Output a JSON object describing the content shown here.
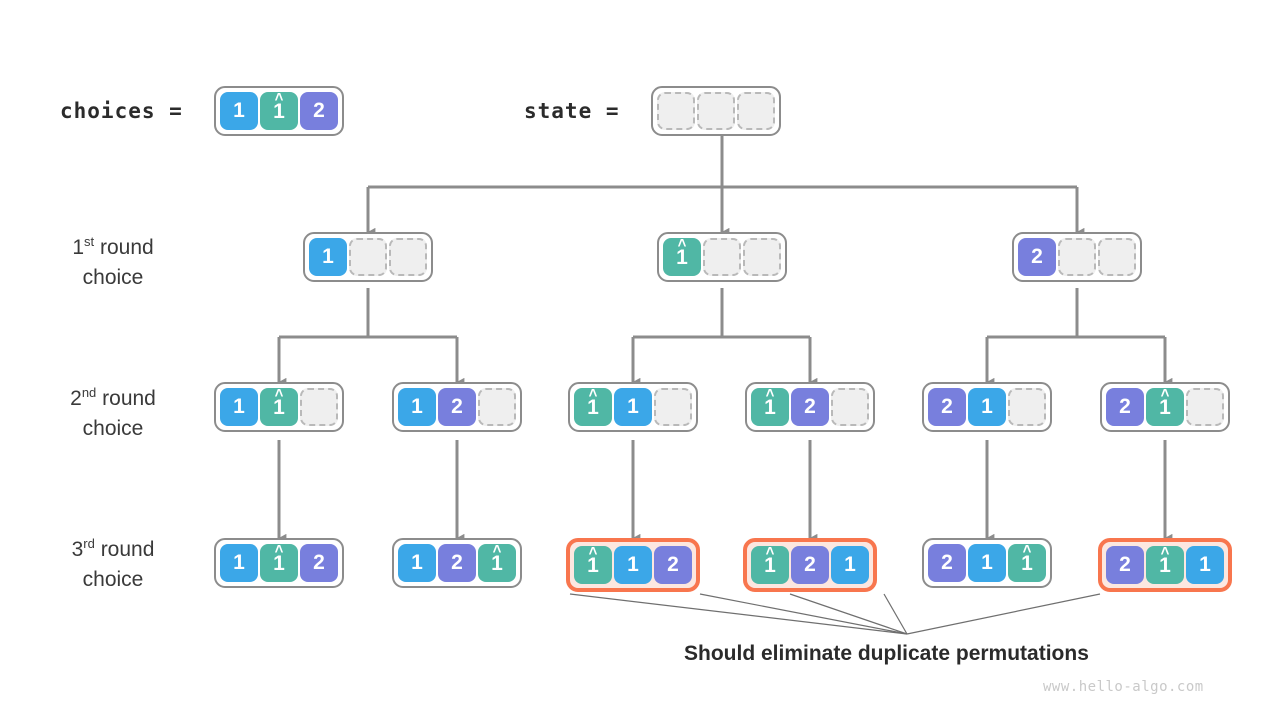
{
  "header": {
    "choices_label": "choices =",
    "state_label": "state =",
    "choices": [
      {
        "value": "1",
        "color": "blue",
        "hat": false
      },
      {
        "value": "1",
        "color": "green",
        "hat": true
      },
      {
        "value": "2",
        "color": "purple",
        "hat": false
      }
    ],
    "state": [
      "",
      "",
      ""
    ]
  },
  "colors": {
    "blue": "#3ba7e8",
    "green": "#50b7a5",
    "purple": "#787fdd",
    "empty_fill": "#efefef",
    "empty_border": "#b9b9b9",
    "box_border": "#8c8c8c",
    "highlight_border": "#f8764e",
    "highlight_fill": "#fce7e0",
    "edge": "#8c8c8c",
    "text": "#2b2b2b"
  },
  "rows": [
    {
      "label_main": "round",
      "label_ordinal": "1",
      "label_sup": "st",
      "label_sub": "choice",
      "nodes": [
        {
          "cells": [
            {
              "value": "1",
              "color": "blue",
              "hat": false
            },
            {
              "value": "",
              "color": "empty"
            },
            {
              "value": "",
              "color": "empty"
            }
          ],
          "highlight": false
        },
        {
          "cells": [
            {
              "value": "1",
              "color": "green",
              "hat": true
            },
            {
              "value": "",
              "color": "empty"
            },
            {
              "value": "",
              "color": "empty"
            }
          ],
          "highlight": false
        },
        {
          "cells": [
            {
              "value": "2",
              "color": "purple",
              "hat": false
            },
            {
              "value": "",
              "color": "empty"
            },
            {
              "value": "",
              "color": "empty"
            }
          ],
          "highlight": false
        }
      ]
    },
    {
      "label_main": "round",
      "label_ordinal": "2",
      "label_sup": "nd",
      "label_sub": "choice",
      "nodes": [
        {
          "cells": [
            {
              "value": "1",
              "color": "blue",
              "hat": false
            },
            {
              "value": "1",
              "color": "green",
              "hat": true
            },
            {
              "value": "",
              "color": "empty"
            }
          ],
          "highlight": false
        },
        {
          "cells": [
            {
              "value": "1",
              "color": "blue",
              "hat": false
            },
            {
              "value": "2",
              "color": "purple",
              "hat": false
            },
            {
              "value": "",
              "color": "empty"
            }
          ],
          "highlight": false
        },
        {
          "cells": [
            {
              "value": "1",
              "color": "green",
              "hat": true
            },
            {
              "value": "1",
              "color": "blue",
              "hat": false
            },
            {
              "value": "",
              "color": "empty"
            }
          ],
          "highlight": false
        },
        {
          "cells": [
            {
              "value": "1",
              "color": "green",
              "hat": true
            },
            {
              "value": "2",
              "color": "purple",
              "hat": false
            },
            {
              "value": "",
              "color": "empty"
            }
          ],
          "highlight": false
        },
        {
          "cells": [
            {
              "value": "2",
              "color": "purple",
              "hat": false
            },
            {
              "value": "1",
              "color": "blue",
              "hat": false
            },
            {
              "value": "",
              "color": "empty"
            }
          ],
          "highlight": false
        },
        {
          "cells": [
            {
              "value": "2",
              "color": "purple",
              "hat": false
            },
            {
              "value": "1",
              "color": "green",
              "hat": true
            },
            {
              "value": "",
              "color": "empty"
            }
          ],
          "highlight": false
        }
      ]
    },
    {
      "label_main": "round",
      "label_ordinal": "3",
      "label_sup": "rd",
      "label_sub": "choice",
      "nodes": [
        {
          "cells": [
            {
              "value": "1",
              "color": "blue",
              "hat": false
            },
            {
              "value": "1",
              "color": "green",
              "hat": true
            },
            {
              "value": "2",
              "color": "purple",
              "hat": false
            }
          ],
          "highlight": false
        },
        {
          "cells": [
            {
              "value": "1",
              "color": "blue",
              "hat": false
            },
            {
              "value": "2",
              "color": "purple",
              "hat": false
            },
            {
              "value": "1",
              "color": "green",
              "hat": true
            }
          ],
          "highlight": false
        },
        {
          "cells": [
            {
              "value": "1",
              "color": "green",
              "hat": true
            },
            {
              "value": "1",
              "color": "blue",
              "hat": false
            },
            {
              "value": "2",
              "color": "purple",
              "hat": false
            }
          ],
          "highlight": true
        },
        {
          "cells": [
            {
              "value": "1",
              "color": "green",
              "hat": true
            },
            {
              "value": "2",
              "color": "purple",
              "hat": false
            },
            {
              "value": "1",
              "color": "blue",
              "hat": false
            }
          ],
          "highlight": true
        },
        {
          "cells": [
            {
              "value": "2",
              "color": "purple",
              "hat": false
            },
            {
              "value": "1",
              "color": "blue",
              "hat": false
            },
            {
              "value": "1",
              "color": "green",
              "hat": true
            }
          ],
          "highlight": false
        },
        {
          "cells": [
            {
              "value": "2",
              "color": "purple",
              "hat": false
            },
            {
              "value": "1",
              "color": "green",
              "hat": true
            },
            {
              "value": "1",
              "color": "blue",
              "hat": false
            }
          ],
          "highlight": true
        }
      ]
    }
  ],
  "caption": "Should eliminate duplicate permutations",
  "watermark": "www.hello-algo.com"
}
